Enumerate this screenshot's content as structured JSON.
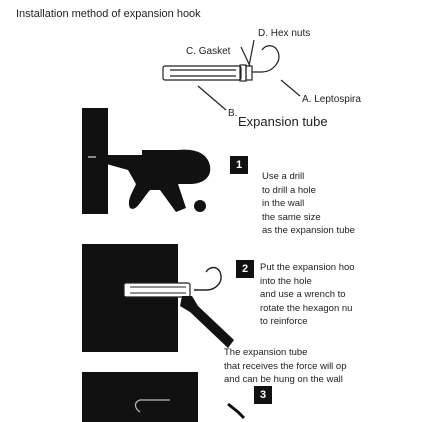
{
  "title": "Installation method of expansion hook",
  "parts": {
    "hex_nuts": "D. Hex nuts",
    "gasket": "C. Gasket",
    "leptospira": "A. Leptospira",
    "expansion_tube_prefix": "B.",
    "expansion_tube": "Expansion tube"
  },
  "steps": [
    {
      "number": "1",
      "lines": [
        "Use a drill",
        "to drill a hole",
        "in the wall",
        "the same size",
        "as the expansion tube"
      ]
    },
    {
      "number": "2",
      "lines": [
        "Put the expansion hoo",
        "into the hole",
        "and use a wrench to",
        "rotate the hexagon nu",
        "to reinforce"
      ]
    },
    {
      "number": "3",
      "lines": [
        "The expansion tube",
        "that receives the force will op",
        "and can be hung on the wall"
      ]
    }
  ],
  "colors": {
    "ink": "#111111",
    "badge_bg": "#111111",
    "badge_text": "#ffffff"
  }
}
